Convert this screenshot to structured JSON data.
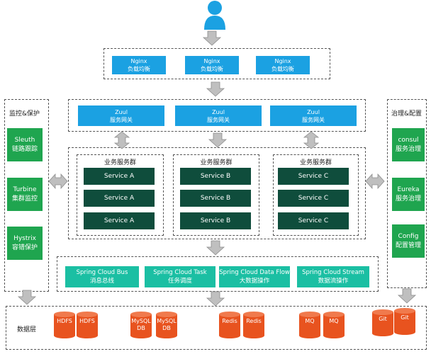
{
  "user_icon": "user-icon",
  "nginx": [
    {
      "name": "Nginx",
      "desc": "负载均衡"
    },
    {
      "name": "Nginx",
      "desc": "负载均衡"
    },
    {
      "name": "Nginx",
      "desc": "负载均衡"
    }
  ],
  "zuul": [
    {
      "name": "Zuul",
      "desc": "服务网关"
    },
    {
      "name": "Zuul",
      "desc": "服务网关"
    },
    {
      "name": "Zuul",
      "desc": "服务网关"
    }
  ],
  "left_panel": {
    "title": "监控&保护",
    "items": [
      {
        "name": "Sleuth",
        "desc": "链路跟踪"
      },
      {
        "name": "Turbine",
        "desc": "集群监控"
      },
      {
        "name": "Hystrix",
        "desc": "容错保护"
      }
    ]
  },
  "right_panel": {
    "title": "治理&配置",
    "items": [
      {
        "name": "consul",
        "desc": "服务治理"
      },
      {
        "name": "Eureka",
        "desc": "服务治理"
      },
      {
        "name": "Config",
        "desc": "配置管理"
      }
    ]
  },
  "groups": [
    {
      "title": "业务服务群",
      "services": [
        "Service A",
        "Service A",
        "Service A"
      ]
    },
    {
      "title": "业务服务群",
      "services": [
        "Service B",
        "Service B",
        "Service B"
      ]
    },
    {
      "title": "业务服务群",
      "services": [
        "Service C",
        "Service C",
        "Service C"
      ]
    }
  ],
  "spring": [
    {
      "name": "Spring Cloud Bus",
      "desc": "消息总线"
    },
    {
      "name": "Spring Cloud Task",
      "desc": "任务调度"
    },
    {
      "name": "Spring Cloud Data Flow",
      "desc": "大数据操作"
    },
    {
      "name": "Spring Cloud Stream",
      "desc": "数据流操作"
    }
  ],
  "data_layer": {
    "title": "数据层",
    "dbs": [
      {
        "line1": "HDFS",
        "line2": ""
      },
      {
        "line1": "HDFS",
        "line2": ""
      },
      {
        "line1": "MySQL",
        "line2": "DB"
      },
      {
        "line1": "MySQL",
        "line2": "DB"
      },
      {
        "line1": "Redis",
        "line2": ""
      },
      {
        "line1": "Redis",
        "line2": ""
      },
      {
        "line1": "MQ",
        "line2": ""
      },
      {
        "line1": "MQ",
        "line2": ""
      },
      {
        "line1": "Git",
        "line2": ""
      },
      {
        "line1": "Git",
        "line2": ""
      }
    ]
  },
  "colors": {
    "blue": "#1ba1e2",
    "green": "#1fa54f",
    "dark_green": "#0f4d3c",
    "teal": "#1bbfa3",
    "db": "#e8531f",
    "arrow": "#bfbfbf"
  }
}
